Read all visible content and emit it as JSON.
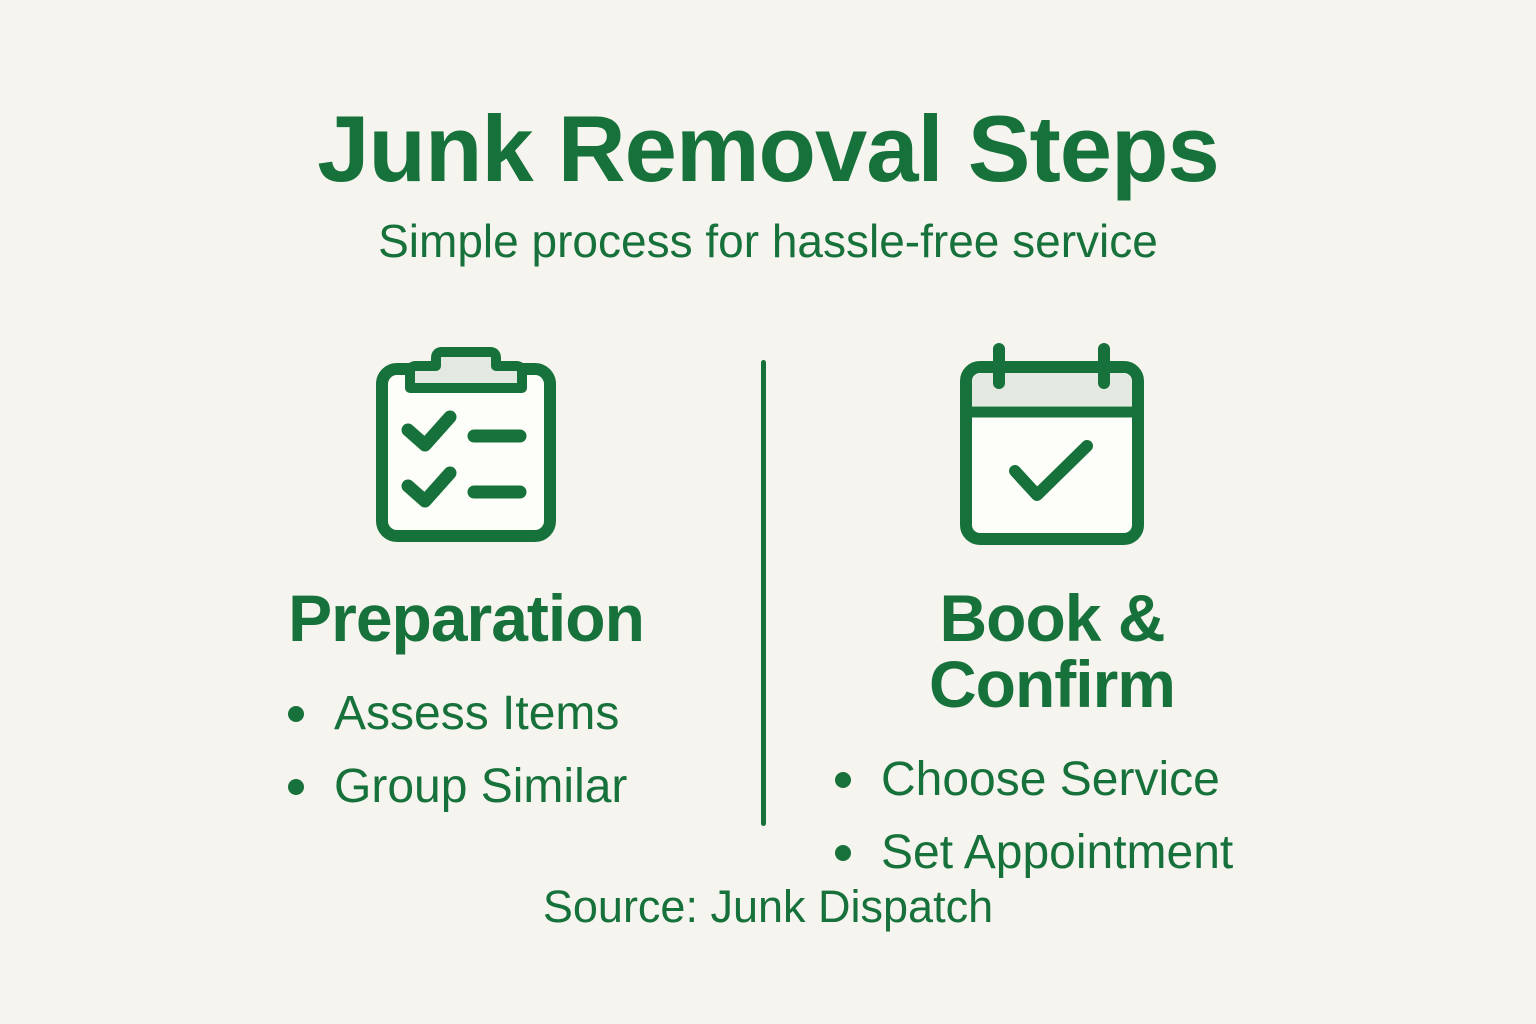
{
  "theme": {
    "accent": "#17713a",
    "bg": "#f5f4ef",
    "icon_fill": "#e3e8e0",
    "paper": "#fdfdf9"
  },
  "header": {
    "title": "Junk Removal Steps",
    "subtitle": "Simple process for hassle-free service"
  },
  "columns": [
    {
      "icon": "clipboard-checklist-icon",
      "heading": "Preparation",
      "bullets": [
        "Assess Items",
        "Group Similar"
      ]
    },
    {
      "icon": "calendar-check-icon",
      "heading": "Book & Confirm",
      "bullets": [
        "Choose Service",
        "Set Appointment"
      ]
    }
  ],
  "footer": {
    "source": "Source: Junk Dispatch"
  }
}
